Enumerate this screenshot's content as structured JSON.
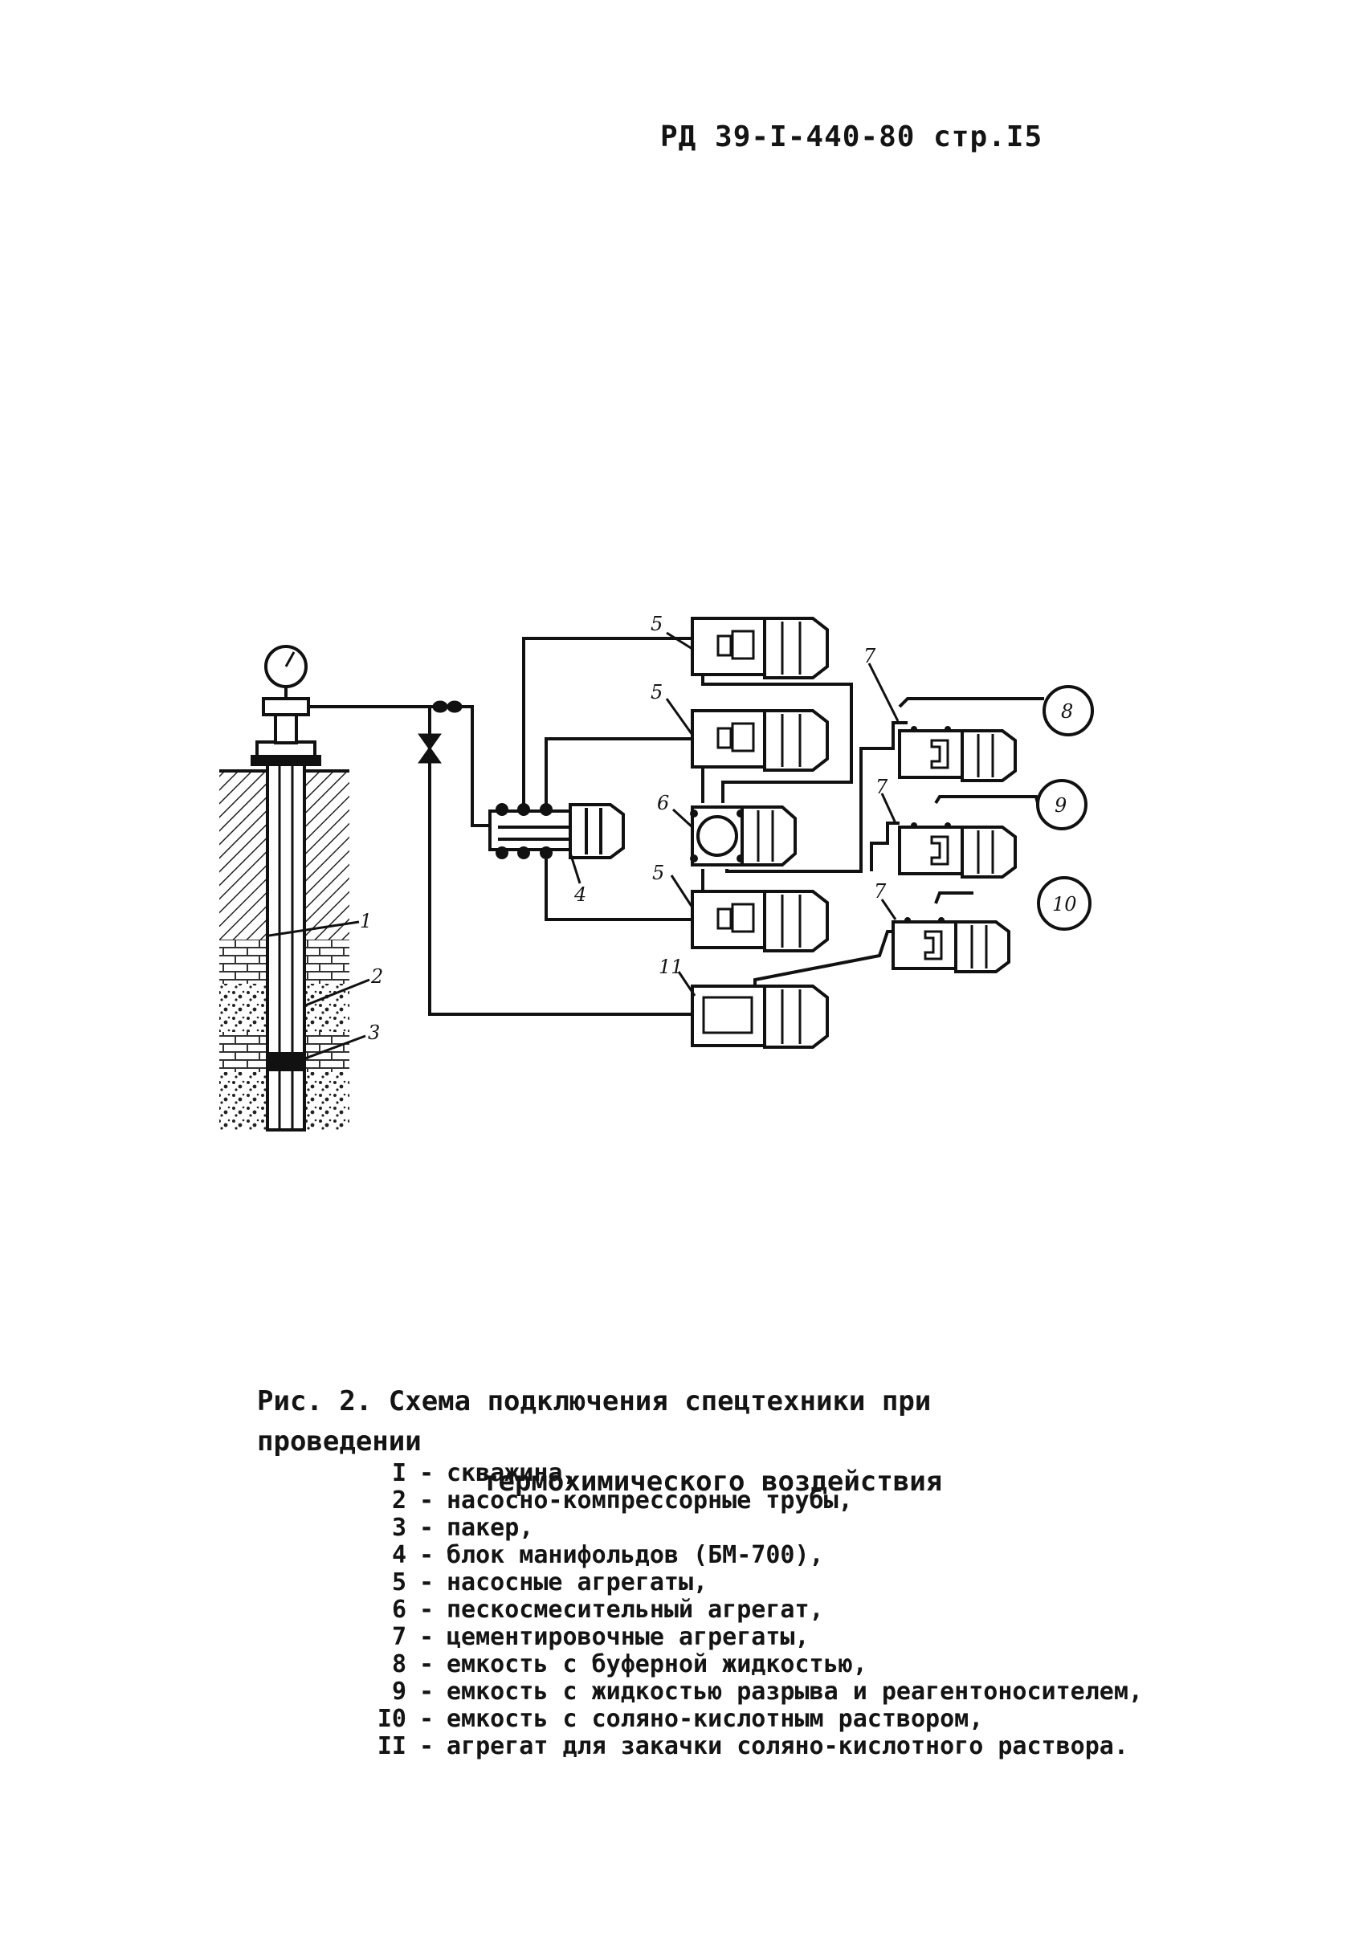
{
  "header": {
    "doc_ref": "РД 39-I-440-80 стр.I5"
  },
  "diagram": {
    "callouts": [
      "1",
      "2",
      "3",
      "4",
      "5",
      "5",
      "5",
      "6",
      "7",
      "7",
      "7",
      "8",
      "9",
      "10",
      "11"
    ]
  },
  "caption": {
    "line1": "Рис. 2. Схема подключения спецтехники при проведении",
    "line2": "термохимического воздействия"
  },
  "legend": [
    {
      "num": "I",
      "text": "скважина,"
    },
    {
      "num": "2",
      "text": "насосно-компрессорные трубы,"
    },
    {
      "num": "3",
      "text": "пакер,"
    },
    {
      "num": "4",
      "text": "блок манифольдов (БМ-700),"
    },
    {
      "num": "5",
      "text": "насосные агрегаты,"
    },
    {
      "num": "6",
      "text": "пескосмесительный агрегат,"
    },
    {
      "num": "7",
      "text": "цементировочные агрегаты,"
    },
    {
      "num": "8",
      "text": "емкость с буферной жидкостью,"
    },
    {
      "num": "9",
      "text": "емкость с жидкостью разрыва и реагентоносителем,"
    },
    {
      "num": "I0",
      "text": "емкость с соляно-кислотным раствором,"
    },
    {
      "num": "II",
      "text": "агрегат для закачки соляно-кислотного раствора."
    }
  ]
}
